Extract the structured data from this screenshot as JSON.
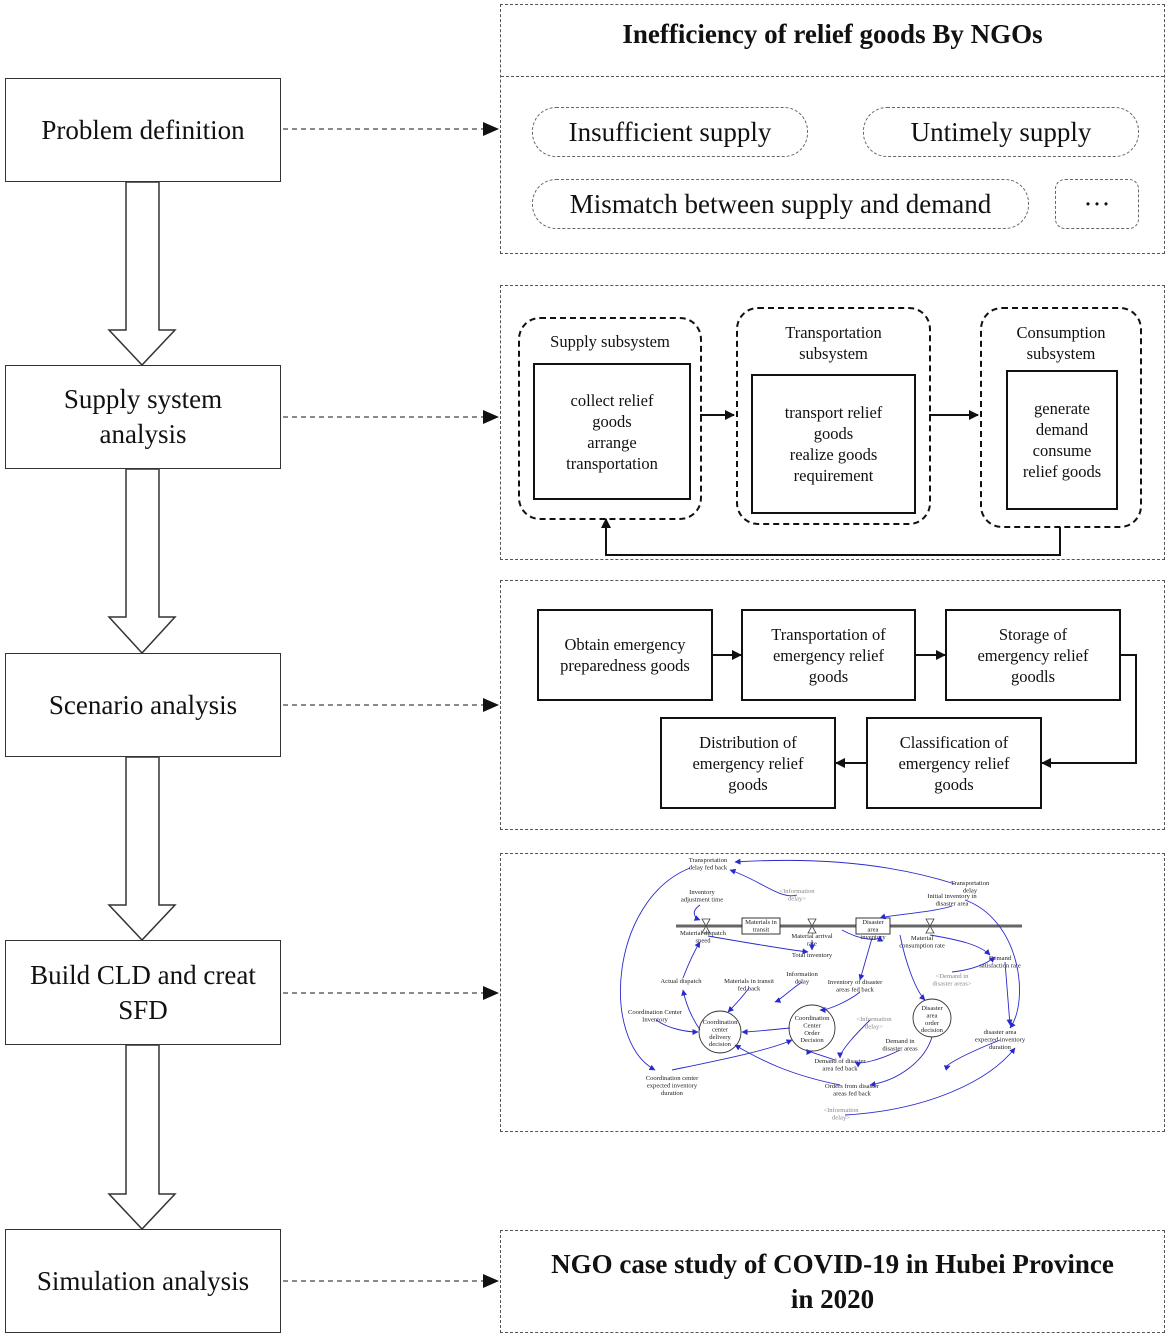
{
  "steps": [
    "Problem definition",
    "Supply system\nanalysis",
    "Scenario analysis",
    "Build CLD and creat\nSFD",
    "Simulation analysis"
  ],
  "problem": {
    "title": "Inefficiency of  relief goods By NGOs",
    "items": [
      "Insufficient supply",
      "Untimely supply",
      "Mismatch between supply and demand",
      "···"
    ]
  },
  "supply_system": {
    "subsystems": [
      {
        "title": "Supply subsystem",
        "content": "collect relief\ngoods\narrange\ntransportation"
      },
      {
        "title": "Transportation\nsubsystem",
        "content": "transport relief\ngoods\nrealize goods\nrequirement"
      },
      {
        "title": "Consumption\nsubsystem",
        "content": "generate\ndemand\nconsume\nrelief goods"
      }
    ]
  },
  "scenario": {
    "boxes": [
      "Obtain emergency\npreparedness goods",
      "Transportation of\nemergency relief\ngoods",
      "Storage of\nemergency relief\ngoodls",
      "Classification of\nemergency relief\ngoods",
      "Distribution of\nemergency relief\ngoods"
    ]
  },
  "sfd": {
    "stocks": [
      "Materials in\ntransit",
      "Disaster\narea\ninventory"
    ],
    "decisions": [
      "Coordination\ncenter\ndelivery\ndecision",
      "Coordination\nCenter\nOrder\nDecision",
      "Disaster\narea\norder\ndecision"
    ],
    "variables": [
      "Transportation\ndelay fed back",
      "Inventory\nadjustment time",
      "Material dispatch\nspeed",
      "Material arrival\nrate",
      "Total inventory",
      "Initial inventory in\ndisaster area",
      "Material\nconsumption rate",
      "Demand\nsatisfaction rate",
      "Transportation\ndelay",
      "Actual dispatch",
      "Materials in transit\nfed back",
      "Information\ndelay",
      "Inventory of disaster\nareas fed back",
      "Coordination Center\nInventory",
      "Demand in\ndisaster areas",
      "Demand of disaster\narea fed back",
      "Orders from disaster\nareas fed back",
      "Coordination center\nexpected inventory\nduration",
      "disaster area\nexpected inventory\nduration"
    ],
    "shadow_variables": [
      "<Information\ndelay>",
      "<Demand in\ndisaster areas>",
      "<Information\ndelay>",
      "<Information\ndelay>"
    ]
  },
  "conclusion": "NGO case study of COVID-19 in Hubei Province\nin 2020"
}
